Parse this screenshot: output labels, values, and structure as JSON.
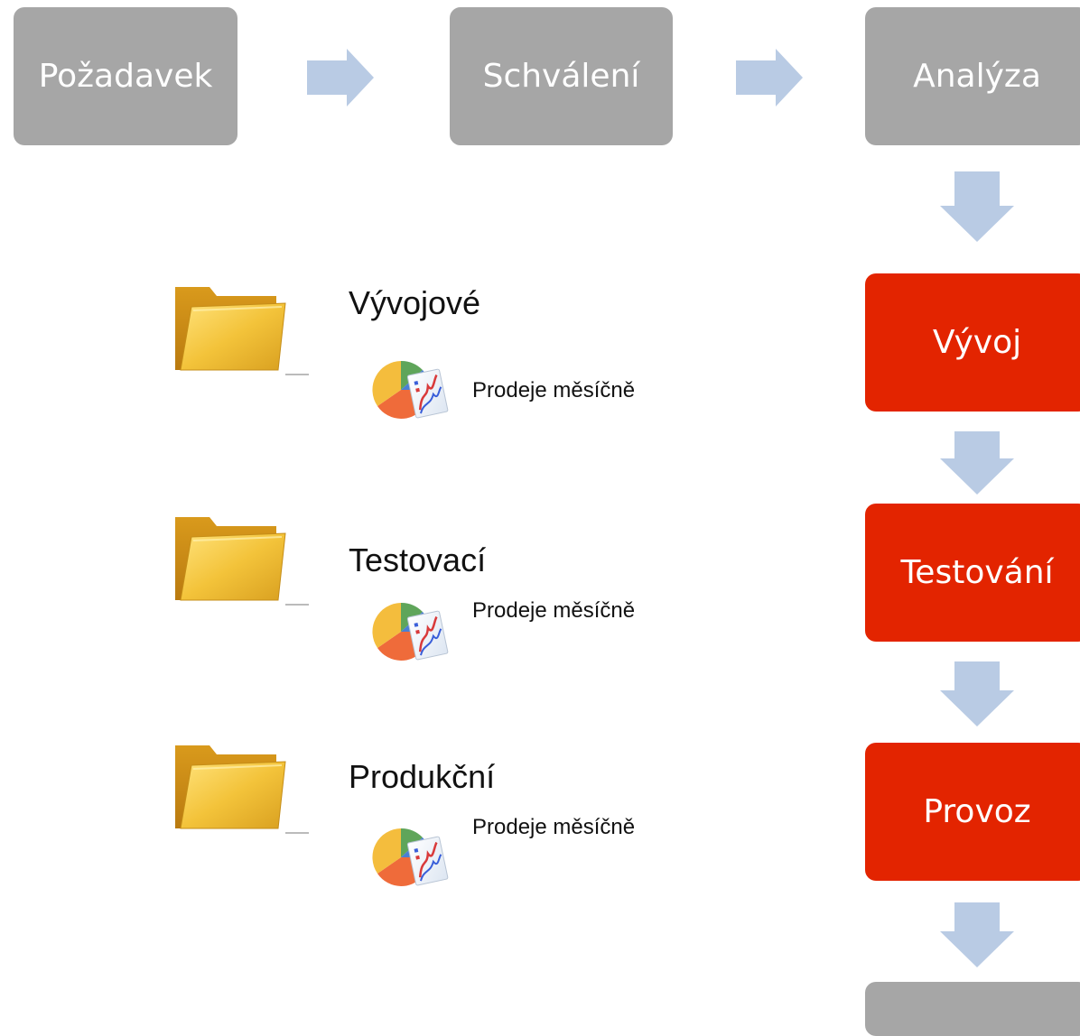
{
  "process": {
    "steps": [
      {
        "label": "Požadavek",
        "color": "#a6a6a6"
      },
      {
        "label": "Schválení",
        "color": "#a6a6a6"
      },
      {
        "label": "Analýza",
        "color": "#a6a6a6"
      },
      {
        "label": "Vývoj",
        "color": "#e32400"
      },
      {
        "label": "Testování",
        "color": "#e32400"
      },
      {
        "label": "Provoz",
        "color": "#e32400"
      },
      {
        "label": "",
        "color": "#a6a6a6"
      }
    ],
    "arrow_color": "#b9cbe4"
  },
  "environments": [
    {
      "folder_label": "Vývojové",
      "report_label": "Prodeje měsíčně",
      "folder_icon": "folder-icon",
      "report_icon": "report-chart-icon"
    },
    {
      "folder_label": "Testovací",
      "report_label": "Prodeje měsíčně",
      "folder_icon": "folder-icon",
      "report_icon": "report-chart-icon"
    },
    {
      "folder_label": "Produkční",
      "report_label": "Prodeje měsíčně",
      "folder_icon": "folder-icon",
      "report_icon": "report-chart-icon"
    }
  ]
}
